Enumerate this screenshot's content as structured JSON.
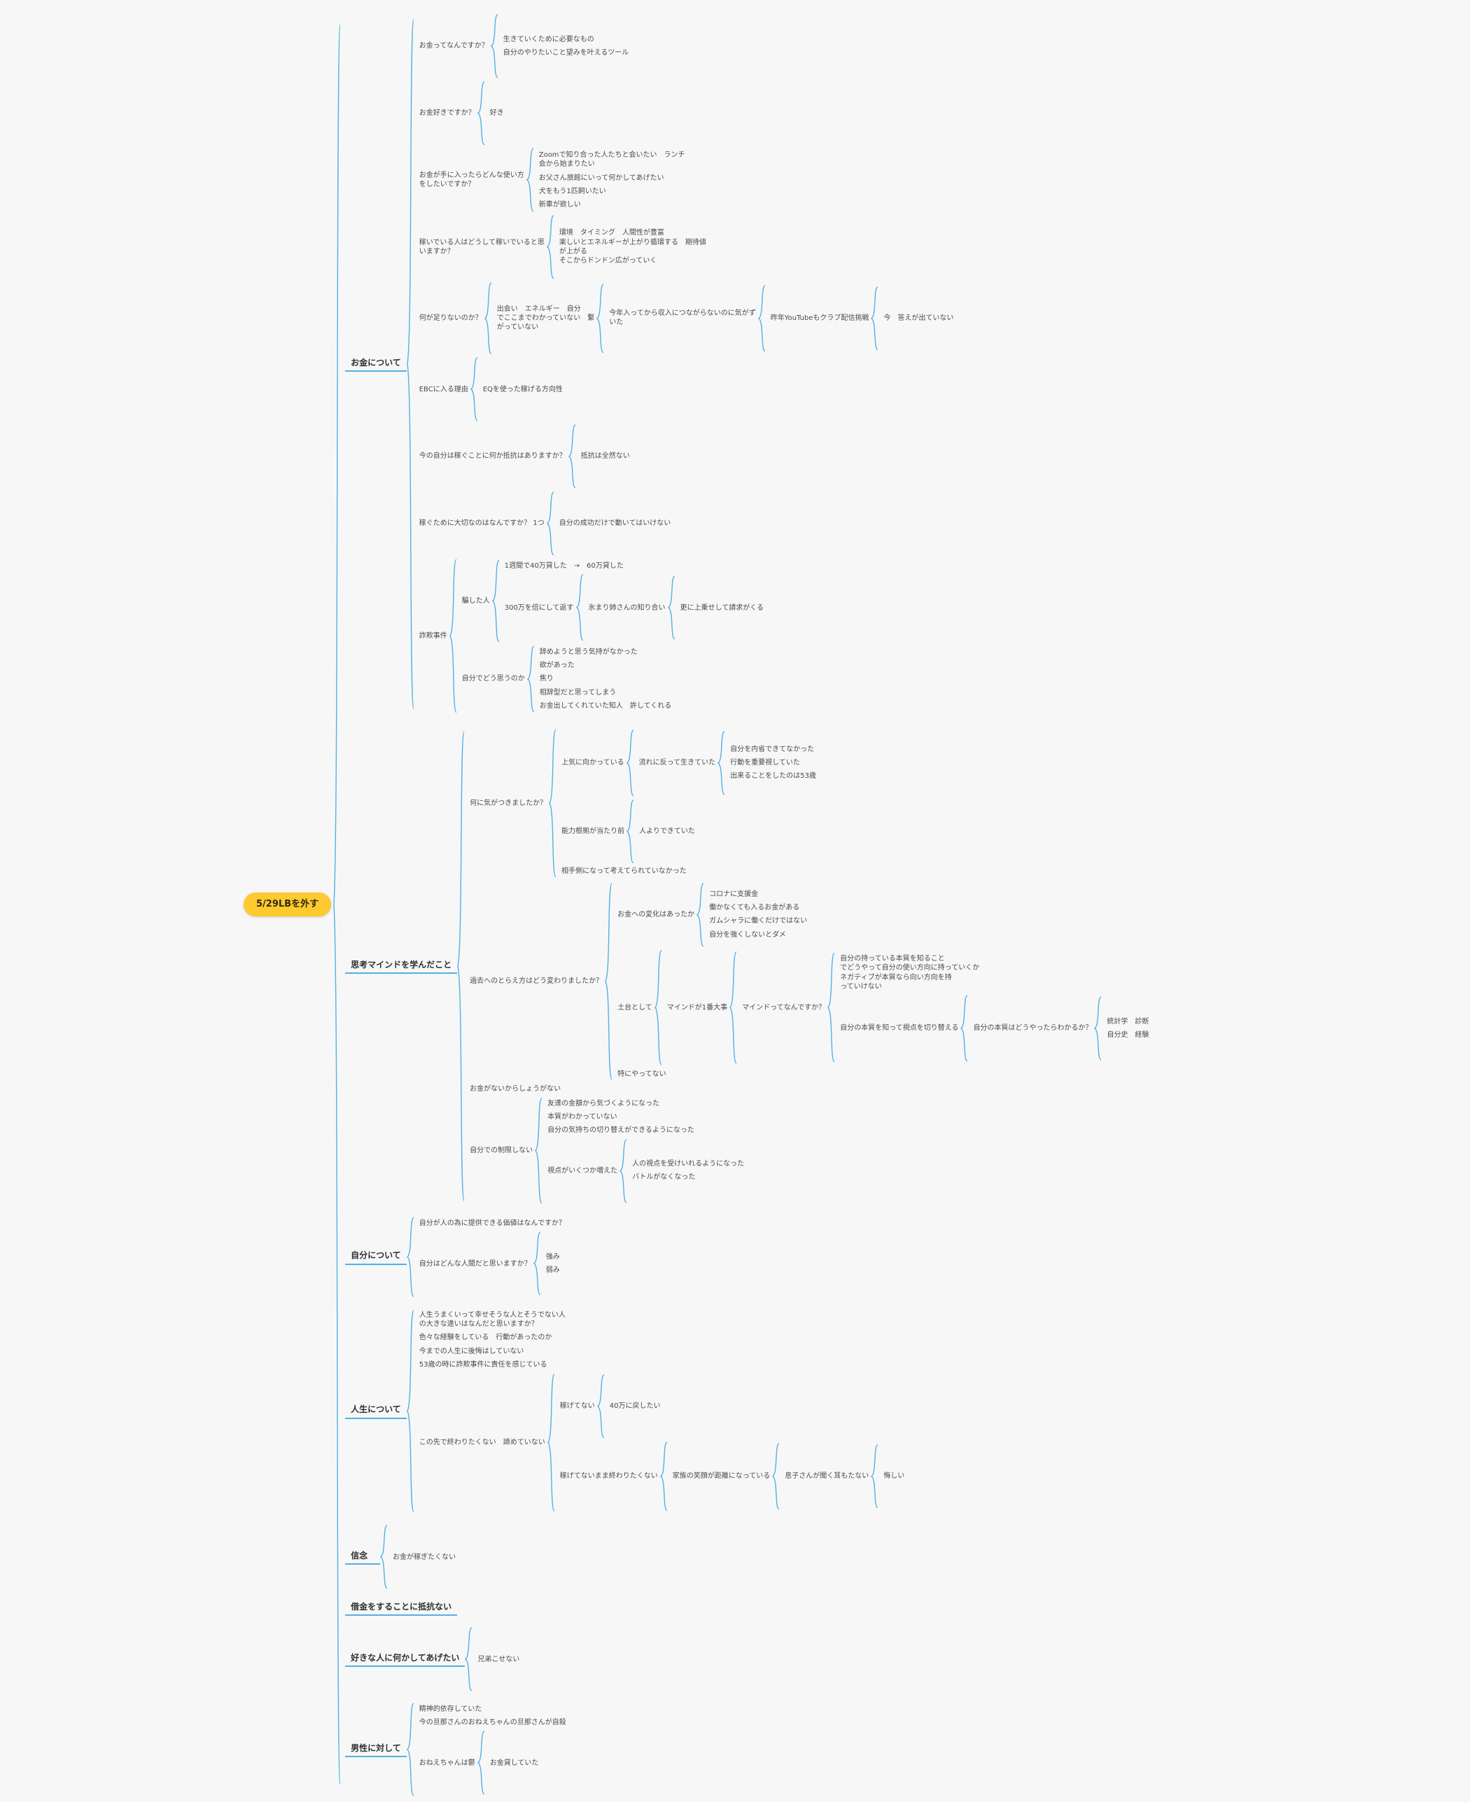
{
  "theme": {
    "canvas_bg": "#f7f7f8",
    "line": "#54b0e2",
    "center_fill": "#ffc930",
    "center_text": "#33290a",
    "text": "#4a4a4a"
  },
  "root": {
    "label": "5/29LBを外す",
    "children": [
      {
        "label": "お金について",
        "children": [
          {
            "label": "お金ってなんですか？",
            "children": [
              {
                "label": "生きていくために必要なもの"
              },
              {
                "label": "自分のやりたいこと望みを叶えるツール"
              }
            ]
          },
          {
            "label": "お金好きですか？",
            "children": [
              {
                "label": "好き"
              }
            ]
          },
          {
            "label": "お金が手に入ったらどんな使い方\nをしたいですか？",
            "children": [
              {
                "label": "Zoomで知り合った人たちと会いたい　ランチ\n会から始まりたい"
              },
              {
                "label": "お父さん旅館にいって何かしてあげたい"
              },
              {
                "label": "犬をもう1匹飼いたい"
              },
              {
                "label": "新車が欲しい"
              }
            ]
          },
          {
            "label": "稼いでいる人はどうして稼いでいると思\nいますか？",
            "children": [
              {
                "label": "環境　タイミング　人間性が豊富\n楽しいとエネルギーが上がり循環する　期待値\nが上がる\nそこからドンドン広がっていく"
              }
            ]
          },
          {
            "label": "何が足りないのか？",
            "children": [
              {
                "label": "出会い　エネルギー　自分\nでここまでわかっていない　繋\nがっていない",
                "children": [
                  {
                    "label": "今年入ってから収入につながらないのに気がず\nいた",
                    "children": [
                      {
                        "label": "昨年YouTubeもクラブ配信挑戦",
                        "children": [
                          {
                            "label": "今　答えが出ていない"
                          }
                        ]
                      }
                    ]
                  }
                ]
              }
            ]
          },
          {
            "label": "EBCに入る理由",
            "children": [
              {
                "label": "EQを使った稼げる方向性"
              }
            ]
          },
          {
            "label": "今の自分は稼ぐことに何か抵抗はありますか？",
            "children": [
              {
                "label": "抵抗は全然ない"
              }
            ]
          },
          {
            "label": "稼ぐために大切なのはなんですか？ 1つ",
            "children": [
              {
                "label": "自分の成功だけで動いてはいけない"
              }
            ]
          },
          {
            "label": "詐欺事件",
            "children": [
              {
                "label": "騙した人",
                "children": [
                  {
                    "label": "1週間で40万貸した　→　60万貸した"
                  },
                  {
                    "label": "300万を倍にして返す",
                    "children": [
                      {
                        "label": "氷まり姉さんの知り合い",
                        "children": [
                          {
                            "label": "更に上乗せして請求がくる"
                          }
                        ]
                      }
                    ]
                  }
                ]
              },
              {
                "label": "自分でどう思うのか",
                "children": [
                  {
                    "label": "辞めようと思う気持がなかった"
                  },
                  {
                    "label": "欲があった"
                  },
                  {
                    "label": "焦り"
                  },
                  {
                    "label": "相辞型だと思ってしまう"
                  },
                  {
                    "label": "お金出してくれていた知人　許してくれる"
                  }
                ]
              }
            ]
          }
        ]
      },
      {
        "label": "思考マインドを学んだこと",
        "children": [
          {
            "label": "何に気がつきましたか？",
            "children": [
              {
                "label": "上気に向かっている",
                "children": [
                  {
                    "label": "流れに反って生きていた",
                    "children": [
                      {
                        "label": "自分を内省できてなかった"
                      },
                      {
                        "label": "行動を重要視していた"
                      },
                      {
                        "label": "出来ることをしたのは53歳"
                      }
                    ]
                  }
                ]
              },
              {
                "label": "能力根拠が当たり前",
                "children": [
                  {
                    "label": "人よりできていた"
                  }
                ]
              },
              {
                "label": "相手側になって考えてられていなかった"
              }
            ]
          },
          {
            "label": "過去へのとらえ方はどう変わりましたか？",
            "children": [
              {
                "label": "お金への変化はあったか",
                "children": [
                  {
                    "label": "コロナに支援金"
                  },
                  {
                    "label": "働かなくても入るお金がある"
                  },
                  {
                    "label": "ガムシャラに働くだけではない"
                  },
                  {
                    "label": "自分を強くしないとダメ"
                  }
                ]
              },
              {
                "label": "土台として",
                "children": [
                  {
                    "label": "マインドが1番大事",
                    "children": [
                      {
                        "label": "マインドってなんですか？",
                        "children": [
                          {
                            "label": "自分の持っている本質を知ること\nでどうやって自分の使い方向に持っていくか\nネガティブが本質なら向い方向を持\nっていけない"
                          },
                          {
                            "label": "自分の本質を知って視点を切り替える",
                            "children": [
                              {
                                "label": "自分の本質はどうやったらわかるか？",
                                "children": [
                                  {
                                    "label": "統計学　診断"
                                  },
                                  {
                                    "label": "自分史　経験"
                                  }
                                ]
                              }
                            ]
                          }
                        ]
                      }
                    ]
                  }
                ]
              },
              {
                "label": "特にやってない"
              }
            ]
          },
          {
            "label": "お金がないからしょうがない"
          },
          {
            "label": "自分での制限しない",
            "children": [
              {
                "label": "友達の金額から気づくようになった"
              },
              {
                "label": "本質がわかっていない"
              },
              {
                "label": "自分の気持ちの切り替えができるようになった"
              },
              {
                "label": "視点がいくつか増えた",
                "children": [
                  {
                    "label": "人の視点を受けいれるようになった"
                  },
                  {
                    "label": "バトルがなくなった"
                  }
                ]
              }
            ]
          }
        ]
      },
      {
        "label": "自分について",
        "children": [
          {
            "label": "自分が人の為に提供できる価値はなんですか？"
          },
          {
            "label": "自分はどんな人間だと思いますか？",
            "children": [
              {
                "label": "強み"
              },
              {
                "label": "弱み"
              }
            ]
          }
        ]
      },
      {
        "label": "人生について",
        "children": [
          {
            "label": "人生うまくいって幸せそうな人とそうでない人\nの大きな違いはなんだと思いますか？"
          },
          {
            "label": "色々な経験をしている　行動があったのか"
          },
          {
            "label": "今までの人生に後悔はしていない"
          },
          {
            "label": "53歳の時に詐欺事件に責任を感じている"
          },
          {
            "label": "この先で終わりたくない　諦めていない",
            "children": [
              {
                "label": "稼げてない",
                "children": [
                  {
                    "label": "40万に戻したい"
                  }
                ]
              },
              {
                "label": "稼げてないまま終わりたくない",
                "children": [
                  {
                    "label": "家族の笑顔が距離になっている",
                    "children": [
                      {
                        "label": "息子さんが聞く耳もたない",
                        "children": [
                          {
                            "label": "悔しい"
                          }
                        ]
                      }
                    ]
                  }
                ]
              }
            ]
          }
        ]
      },
      {
        "label": "信念",
        "children": [
          {
            "label": "お金が稼ぎたくない"
          }
        ]
      },
      {
        "label": "借金をすることに抵抗ない"
      },
      {
        "label": "好きな人に何かしてあげたい",
        "children": [
          {
            "label": "兄弟こせない"
          }
        ]
      },
      {
        "label": "男性に対して",
        "children": [
          {
            "label": "精神的依存していた"
          },
          {
            "label": "今の旦那さんのおねえちゃんの旦那さんが自殺"
          },
          {
            "label": "おねえちゃんは鬱",
            "children": [
              {
                "label": "お金貸していた"
              }
            ]
          }
        ]
      }
    ]
  }
}
